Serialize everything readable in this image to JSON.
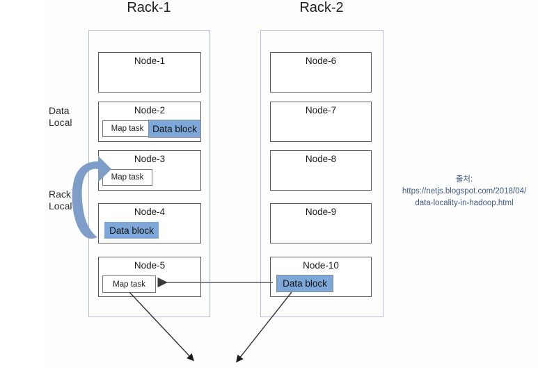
{
  "diagram": {
    "title_hidden": "",
    "racks": [
      {
        "id": "rack-1",
        "title": "Rack-1",
        "nodes": [
          {
            "name": "Node-1",
            "map_task": null,
            "data_block": null
          },
          {
            "name": "Node-2",
            "map_task": "Map task",
            "data_block": "Data block"
          },
          {
            "name": "Node-3",
            "map_task": "Map task",
            "data_block": null
          },
          {
            "name": "Node-4",
            "map_task": null,
            "data_block": "Data block"
          },
          {
            "name": "Node-5",
            "map_task": "Map task",
            "data_block": null
          }
        ]
      },
      {
        "id": "rack-2",
        "title": "Rack-2",
        "nodes": [
          {
            "name": "Node-6",
            "map_task": null,
            "data_block": null
          },
          {
            "name": "Node-7",
            "map_task": null,
            "data_block": null
          },
          {
            "name": "Node-8",
            "map_task": null,
            "data_block": null
          },
          {
            "name": "Node-9",
            "map_task": null,
            "data_block": null
          },
          {
            "name": "Node-10",
            "map_task": null,
            "data_block": "Data block"
          }
        ]
      }
    ],
    "side_labels": [
      {
        "id": "data-local",
        "line1": "Data",
        "line2": "Local"
      },
      {
        "id": "rack-local",
        "line1": "Rack",
        "line2": "Local"
      }
    ],
    "source": {
      "label": "출처:",
      "url_line1": "https://netjs.blogspot.com/2018/04/",
      "url_line2": "data-locality-in-hadoop.html"
    },
    "colors": {
      "rack_border": "#b6b8f0",
      "node_border": "#595959",
      "data_block_fill": "#7da7d9",
      "curved_arrow": "#7f9dc9",
      "connector": "#595959",
      "source_text": "#3f5a8a"
    }
  }
}
